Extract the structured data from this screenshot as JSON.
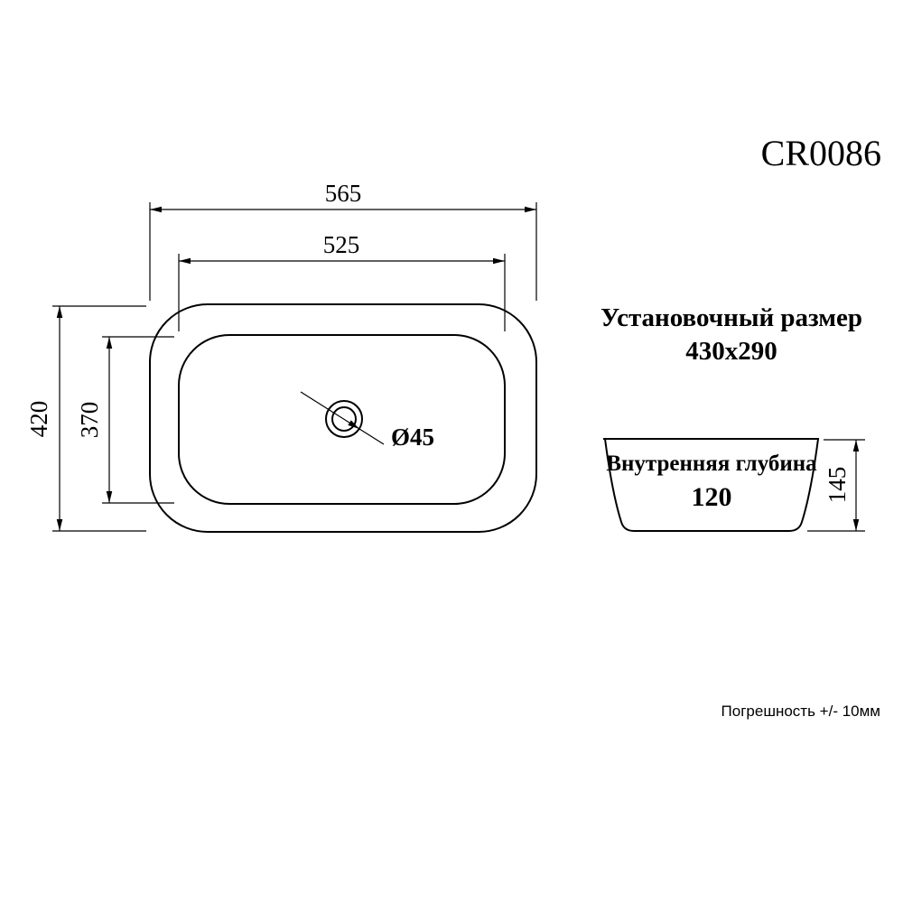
{
  "title": "CR0086",
  "top_view": {
    "outer_width": "565",
    "inner_width": "525",
    "outer_height": "420",
    "inner_height": "370",
    "drain_diameter": "Ø45"
  },
  "installation": {
    "label": "Установочный размер",
    "size": "430x290"
  },
  "side_view": {
    "depth_label": "Внутренняя глубина",
    "depth_value": "120",
    "height": "145"
  },
  "footer": {
    "tolerance": "Погрешность +/- 10мм"
  }
}
